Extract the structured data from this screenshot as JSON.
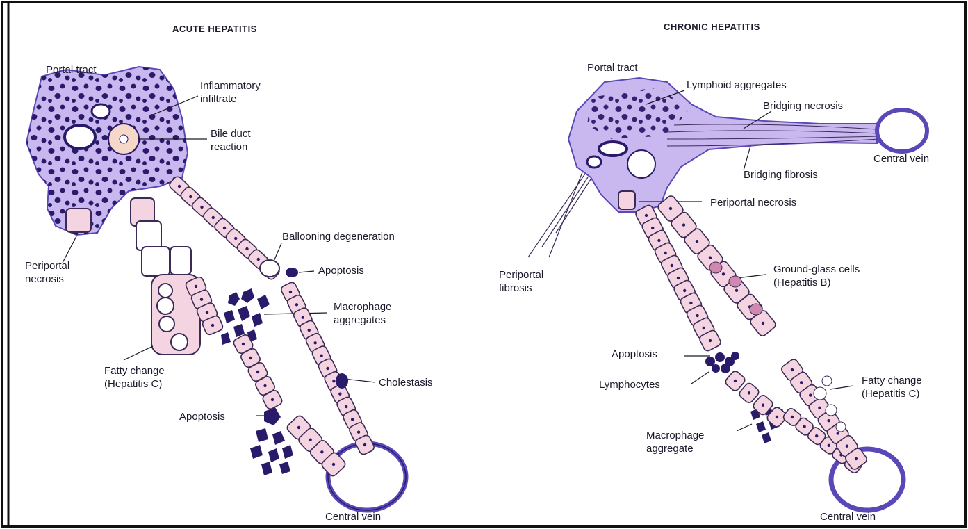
{
  "acute": {
    "title": "ACUTE HEPATITIS",
    "portal_tract": "Portal tract",
    "inflammatory_infiltrate": "Inflammatory\ninfiltrate",
    "bile_duct_reaction": "Bile duct\nreaction",
    "periportal_necrosis": "Periportal\nnecrosis",
    "ballooning_degeneration": "Ballooning degeneration",
    "apoptosis_top": "Apoptosis",
    "macrophage_aggregates": "Macrophage\naggregates",
    "fatty_change": "Fatty change\n(Hepatitis C)",
    "cholestasis": "Cholestasis",
    "apoptosis_bottom": "Apoptosis",
    "central_vein": "Central vein"
  },
  "chronic": {
    "title": "CHRONIC HEPATITIS",
    "portal_tract": "Portal tract",
    "lymphoid_aggregates": "Lymphoid aggregates",
    "bridging_necrosis": "Bridging necrosis",
    "central_vein_top": "Central vein",
    "bridging_fibrosis": "Bridging fibrosis",
    "periportal_necrosis": "Periportal necrosis",
    "periportal_fibrosis": "Periportal\nfibrosis",
    "ground_glass_cells": "Ground-glass cells\n(Hepatitis B)",
    "apoptosis": "Apoptosis",
    "lymphocytes": "Lymphocytes",
    "fatty_change": "Fatty change\n(Hepatitis C)",
    "macrophage_aggregate": "Macrophage\naggregate",
    "central_vein_bottom": "Central vein"
  },
  "colors": {
    "portal_fill": "#c9b8f0",
    "portal_dots": "#2a1a6a",
    "cell_fill": "#f4d4e0",
    "cell_outline": "#3a2a55",
    "vein_outline": "#5a48b8",
    "label_text": "#1a1a2a"
  }
}
